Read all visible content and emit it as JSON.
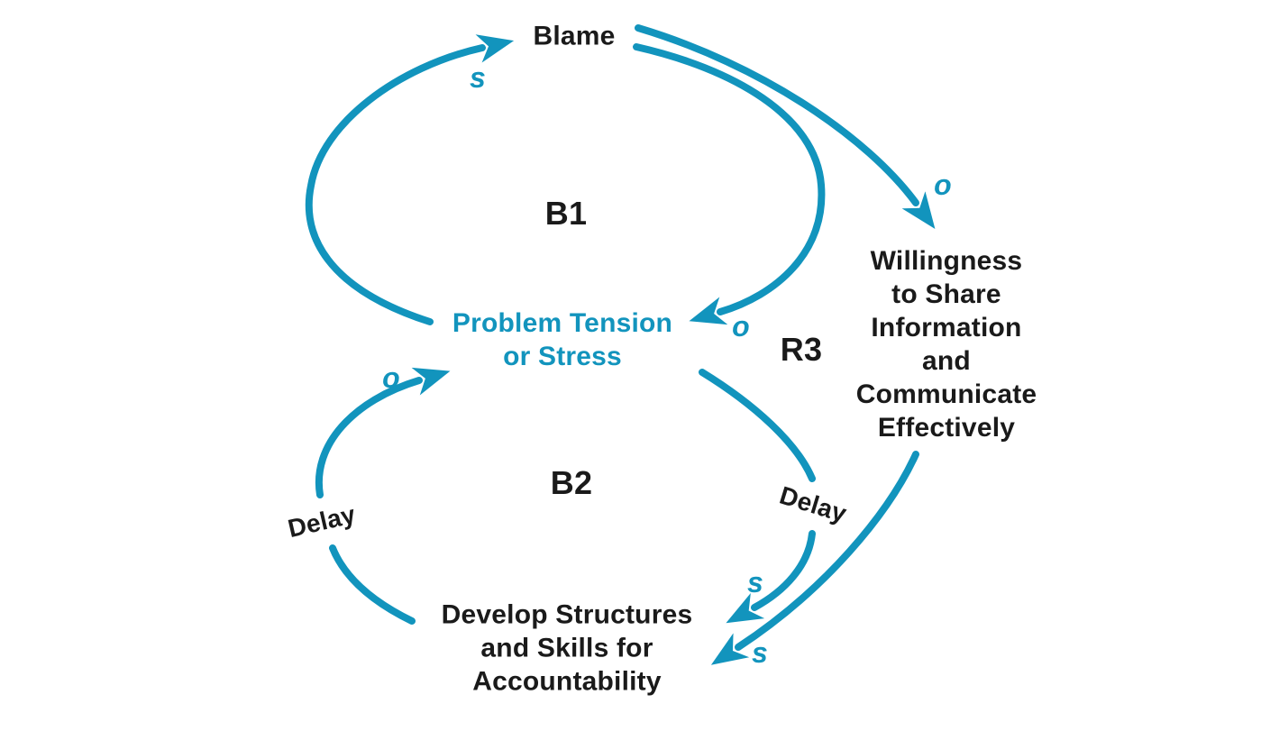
{
  "diagram": {
    "type": "causal-loop-diagram",
    "colors": {
      "accent": "#1294BD",
      "text": "#1a1a1a",
      "background": "#ffffff"
    },
    "nodes": [
      {
        "id": "blame",
        "label": "Blame",
        "color": "#1a1a1a"
      },
      {
        "id": "problem-tension",
        "label": "Problem Tension\nor Stress",
        "color": "#1294BD"
      },
      {
        "id": "willingness",
        "label": "Willingness\nto Share\nInformation\nand\nCommunicate\nEffectively",
        "color": "#1a1a1a"
      },
      {
        "id": "develop-structures",
        "label": "Develop Structures\nand Skills for\nAccountability",
        "color": "#1a1a1a"
      }
    ],
    "loops": [
      {
        "id": "b1",
        "label": "B1",
        "kind": "balancing"
      },
      {
        "id": "b2",
        "label": "B2",
        "kind": "balancing"
      },
      {
        "id": "r3",
        "label": "R3",
        "kind": "reinforcing"
      }
    ],
    "links": [
      {
        "from": "Problem Tension or Stress",
        "to": "Blame",
        "polarity": "s",
        "delay": false
      },
      {
        "from": "Blame",
        "to": "Problem Tension or Stress",
        "polarity": "o",
        "delay": false
      },
      {
        "from": "Blame",
        "to": "Willingness to Share Information and Communicate Effectively",
        "polarity": "o",
        "delay": false
      },
      {
        "from": "Problem Tension or Stress",
        "to": "Develop Structures and Skills for Accountability",
        "polarity": "s",
        "delay": true,
        "delay_label": "Delay"
      },
      {
        "from": "Develop Structures and Skills for Accountability",
        "to": "Problem Tension or Stress",
        "polarity": "o",
        "delay": true,
        "delay_label": "Delay"
      },
      {
        "from": "Willingness to Share Information and Communicate Effectively",
        "to": "Develop Structures and Skills for Accountability",
        "polarity": "s",
        "delay": false
      }
    ]
  }
}
